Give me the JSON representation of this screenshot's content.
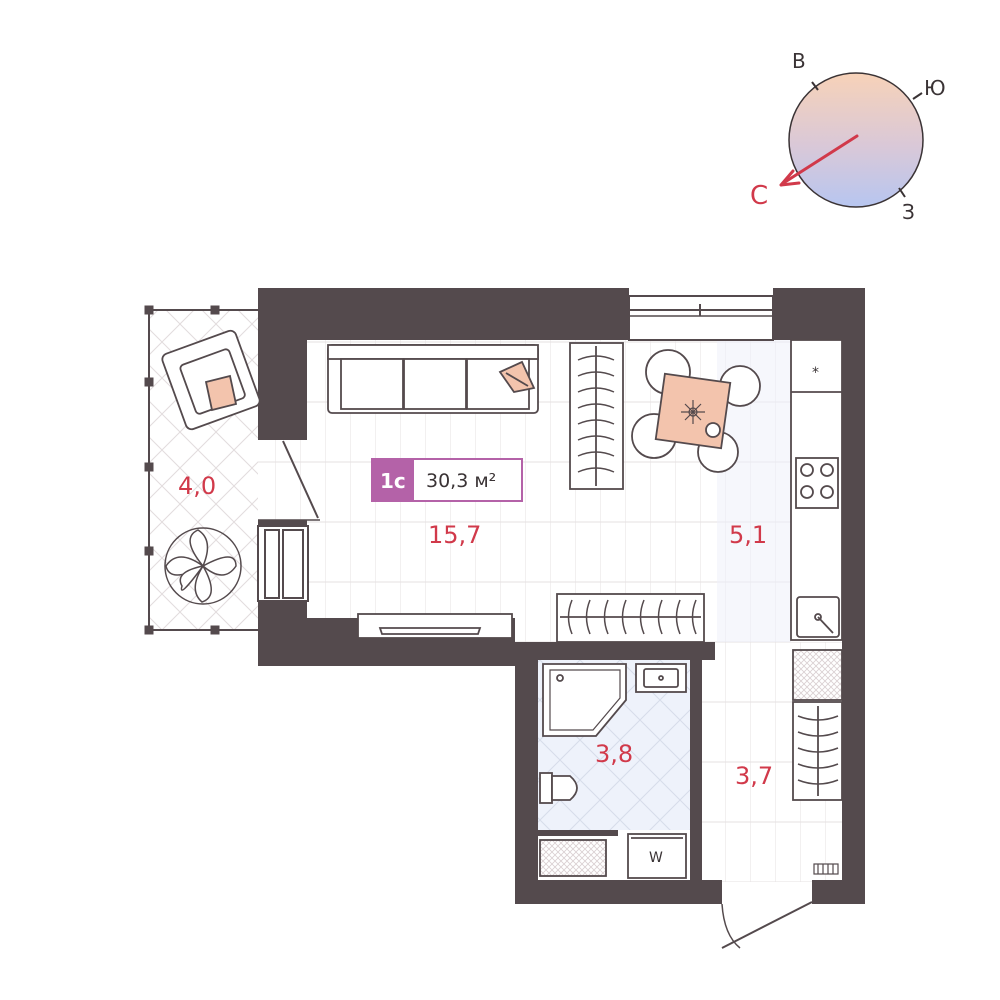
{
  "compass": {
    "north_label": "С",
    "east_label": "В",
    "south_label": "Ю",
    "west_label": "З"
  },
  "apartment": {
    "type_label": "1с",
    "total_area": "30,3 м²"
  },
  "rooms": {
    "living": "15,7",
    "kitchen": "5,1",
    "bathroom": "3,8",
    "hall": "3,7",
    "balcony": "4,0"
  },
  "labels": {
    "washer": "W",
    "fridge_mark": "*"
  },
  "colors": {
    "wall": "#544a4d",
    "area_text": "#d1394a",
    "badge": "#b462a8",
    "accent_peach": "#f3c4ad",
    "compass_top": "#f7d2b8",
    "compass_bottom": "#b7c6f0"
  }
}
